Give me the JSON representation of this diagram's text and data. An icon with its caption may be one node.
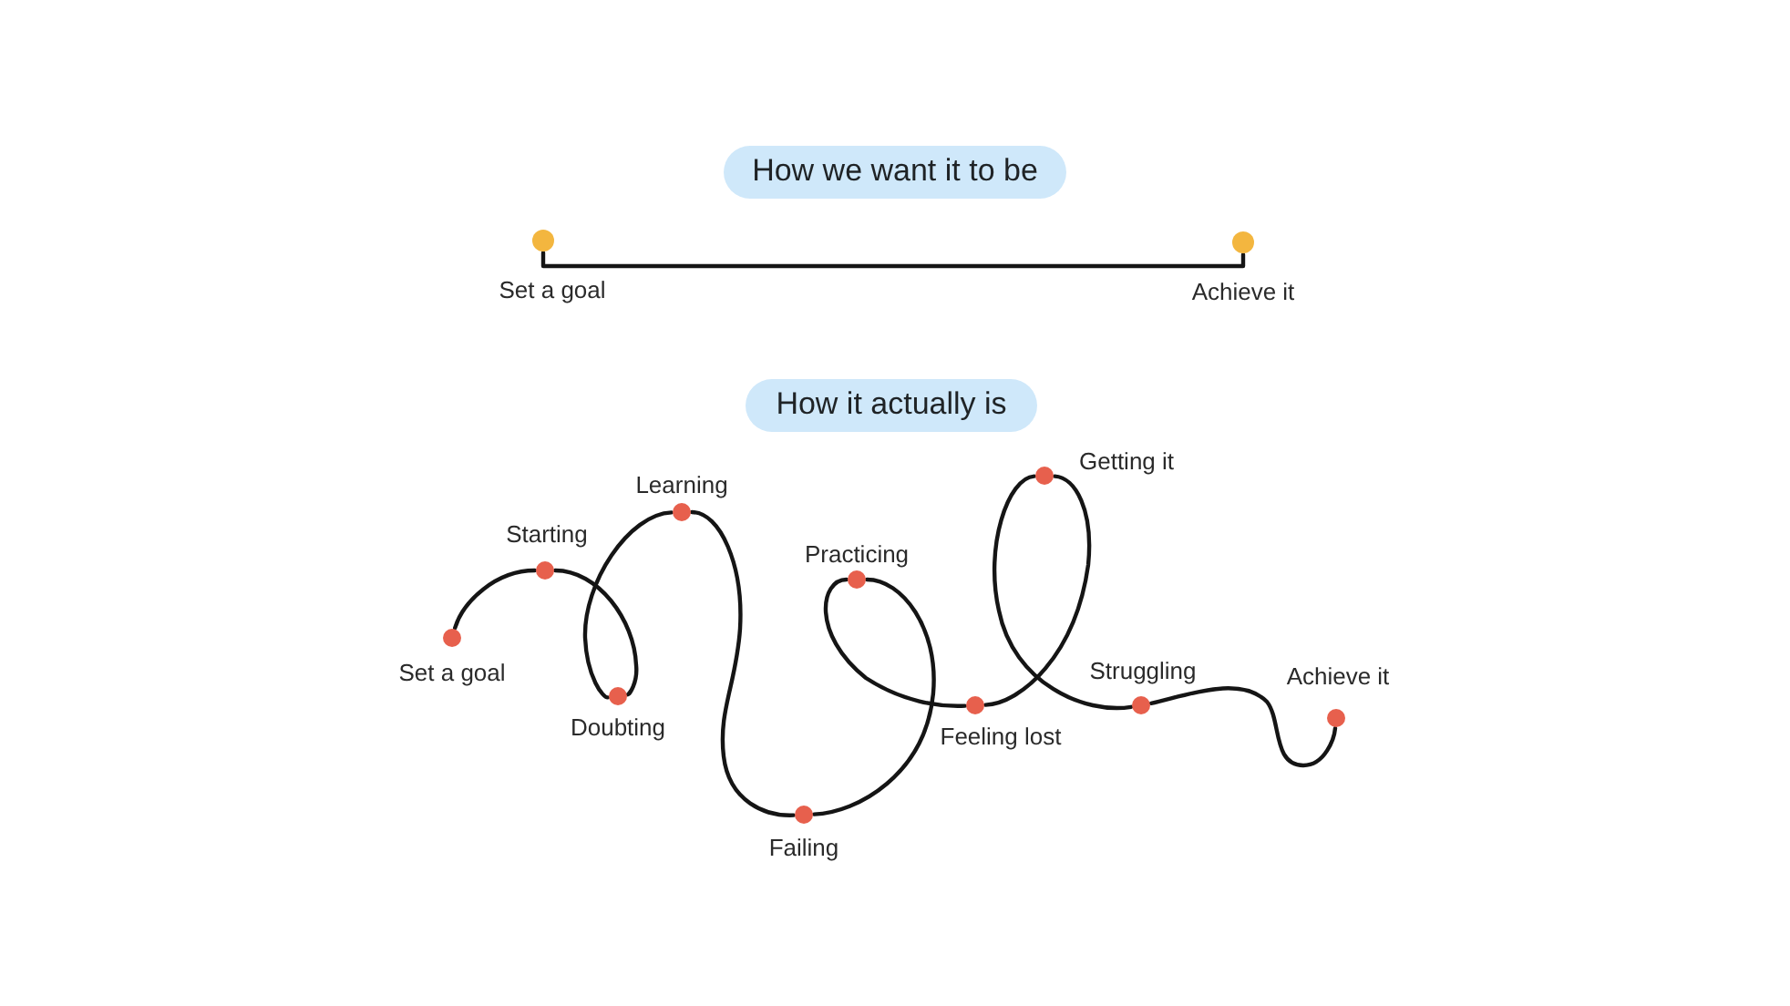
{
  "diagram": {
    "nodes": [
      {
        "text": [
          "How we want it to be"
        ]
      },
      {
        "text": [],
        "shape": "circle",
        "beside": [
          "Set a goal"
        ]
      },
      {
        "text": [],
        "shape": "circle",
        "beside": [
          "Achieve it"
        ]
      },
      {
        "text": [
          "How it actually is"
        ]
      },
      {
        "text": [],
        "shape": "circle",
        "beside": [
          "Set a goal"
        ]
      },
      {
        "text": [],
        "shape": "circle",
        "beside": [
          "Starting"
        ]
      },
      {
        "text": [],
        "shape": "circle",
        "beside": [
          "Doubting"
        ]
      },
      {
        "text": [],
        "shape": "circle",
        "beside": [
          "Learning"
        ]
      },
      {
        "text": [],
        "shape": "circle",
        "beside": [
          "Failing"
        ]
      },
      {
        "text": [],
        "shape": "circle",
        "beside": [
          "Practicing"
        ]
      },
      {
        "text": [],
        "shape": "circle",
        "beside": [
          "Feeling lost"
        ]
      },
      {
        "text": [],
        "shape": "circle",
        "beside": [
          "Getting it"
        ]
      },
      {
        "text": [],
        "shape": "circle",
        "beside": [
          "Struggling"
        ]
      },
      {
        "text": [],
        "shape": "circle",
        "beside": [
          "Achieve it"
        ]
      }
    ],
    "edges": [
      {
        "from": 1,
        "to": 2,
        "arrow": "none"
      },
      {
        "from": 4,
        "to": 5,
        "arrow": "none"
      },
      {
        "from": 5,
        "to": 6,
        "arrow": "none"
      },
      {
        "from": 6,
        "to": 7,
        "arrow": "none"
      },
      {
        "from": 7,
        "to": 8,
        "arrow": "none"
      },
      {
        "from": 8,
        "to": 9,
        "arrow": "none"
      },
      {
        "from": 9,
        "to": 10,
        "arrow": "none"
      },
      {
        "from": 10,
        "to": 11,
        "arrow": "none"
      },
      {
        "from": 11,
        "to": 12,
        "arrow": "none"
      },
      {
        "from": 12,
        "to": 13,
        "arrow": "none"
      }
    ]
  }
}
